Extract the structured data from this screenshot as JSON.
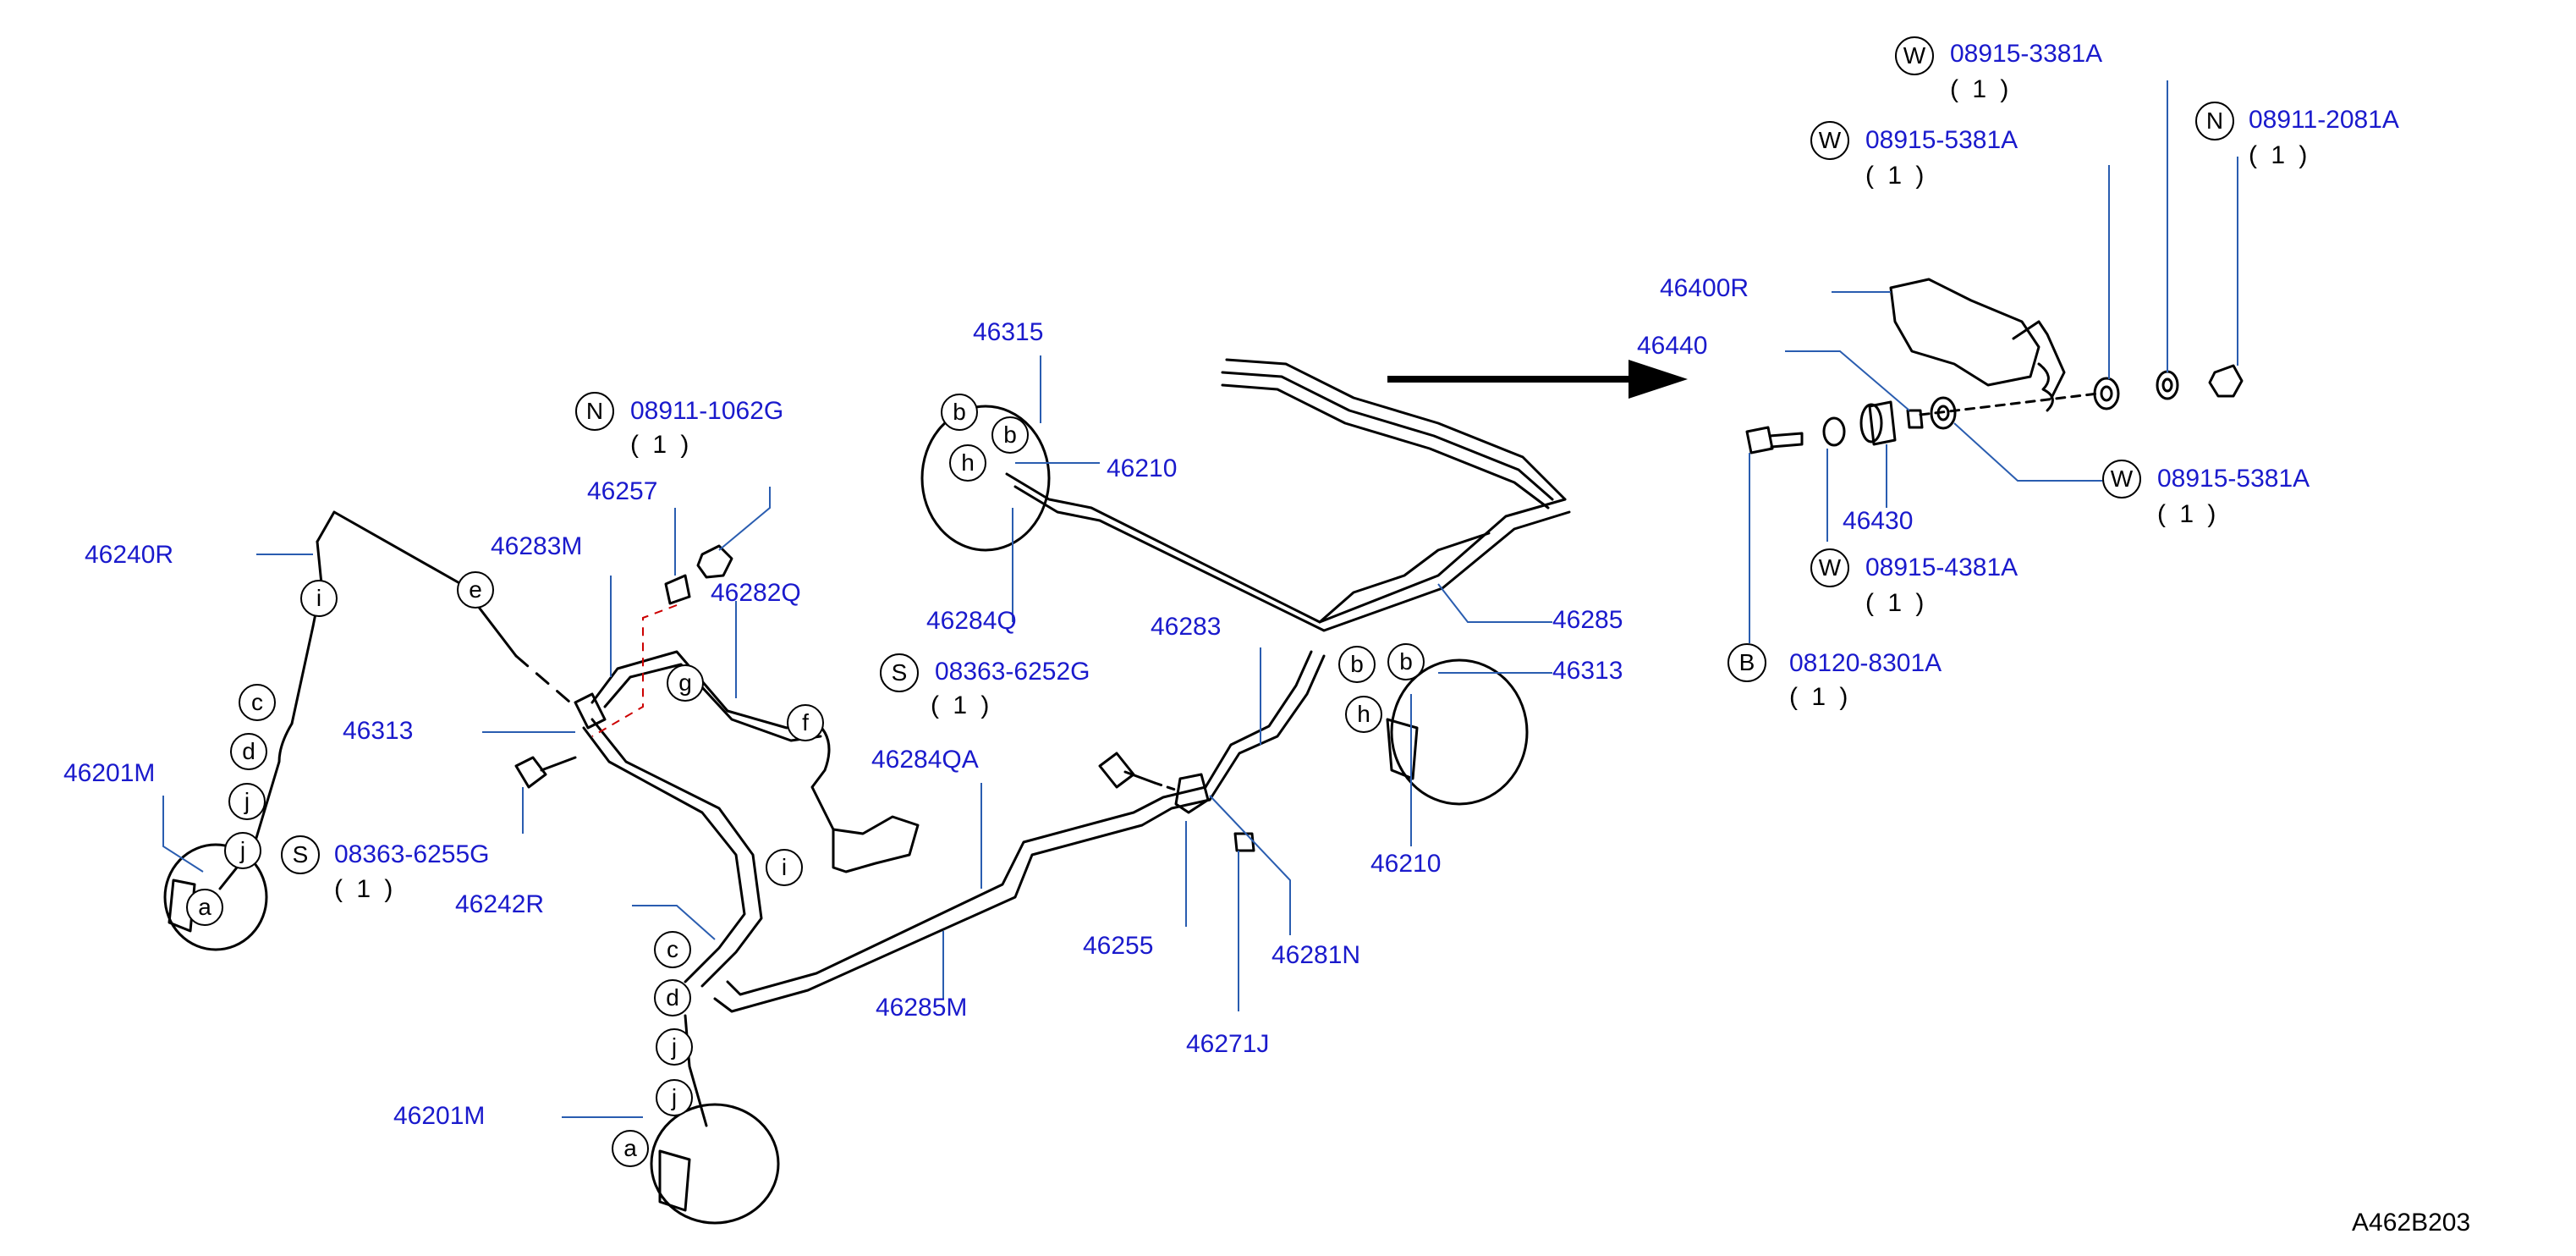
{
  "figure_ref": "A462B203",
  "part_labels": {
    "p46240R": "46240R",
    "p46201M_top": "46201M",
    "p46313": "46313",
    "p46283M": "46283M",
    "p46257": "46257",
    "p46282Q": "46282Q",
    "p08911_1062G": "08911-1062G",
    "p08363_6255G": "08363-6255G",
    "p46242R": "46242R",
    "p46201M_bottom": "46201M",
    "p46284QA": "46284QA",
    "p46285M": "46285M",
    "p46255": "46255",
    "p46271J": "46271J",
    "p46281N": "46281N",
    "p46283": "46283",
    "p46284Q": "46284Q",
    "p08363_6252G": "08363-6252G",
    "p46315": "46315",
    "p46210_top": "46210",
    "p46210_bottom": "46210",
    "p46285": "46285",
    "p46316": "46313",
    "p46400R": "46400R",
    "p46440": "46440",
    "p46430": "46430",
    "p08915_3381A": "08915-3381A",
    "p08915_5381A_top": "08915-5381A",
    "p08911_2081A": "08911-2081A",
    "p08915_5381A_right": "08915-5381A",
    "p08915_4381A": "08915-4381A",
    "p08120_83010": "08120-8301A"
  },
  "quantities": {
    "q1": "( 1 )"
  },
  "prefixes": {
    "N": "N",
    "S": "S",
    "W": "W",
    "B": "B"
  },
  "callouts": {
    "a": "a",
    "b": "b",
    "c": "c",
    "d": "d",
    "e": "e",
    "f": "f",
    "g": "g",
    "h": "h",
    "i": "i",
    "j": "j"
  },
  "colors": {
    "part_number": "#1a1acc",
    "leader_line": "#2a5db0",
    "drawing": "#000000",
    "dashed_hint": "#cc0000"
  }
}
